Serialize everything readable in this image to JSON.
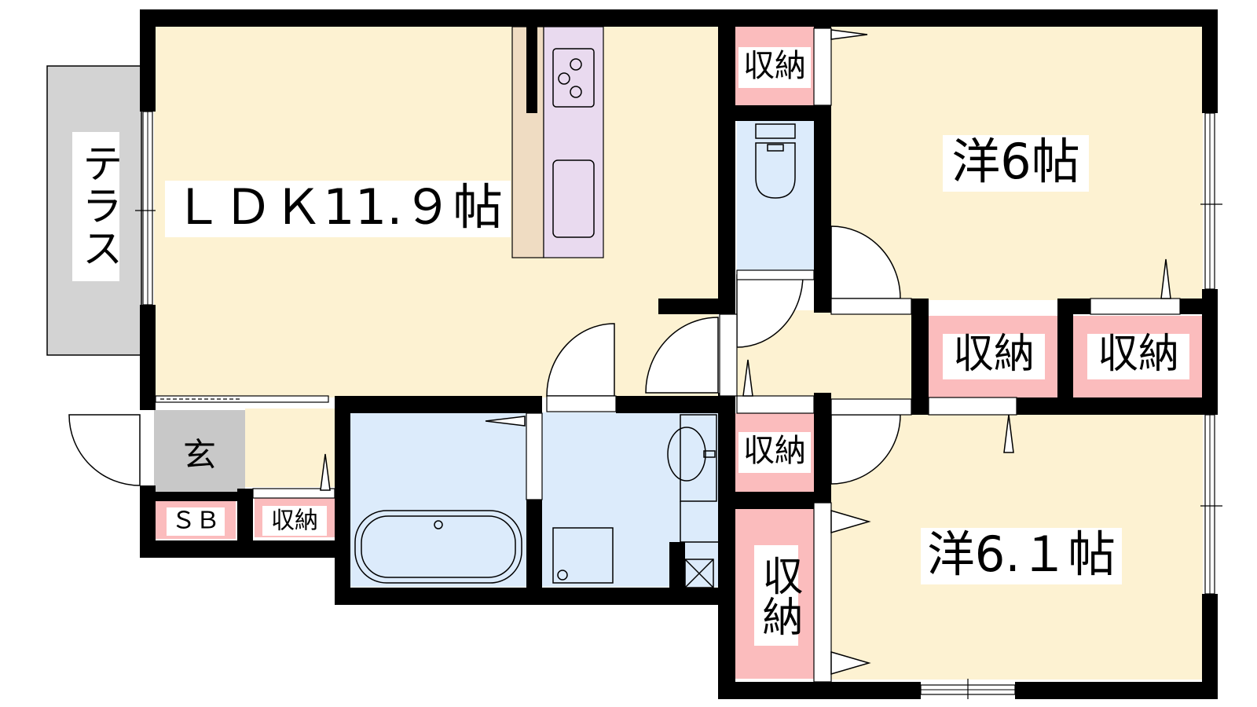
{
  "colors": {
    "room": "#fdf2d2",
    "storage": "#fbbcbd",
    "water": "#dcebfb",
    "terrace": "#d3d3d3",
    "entrance": "#c8c8c8",
    "kitchen": "#e9daef",
    "counter": "#efdcc2",
    "wall": "#000000"
  },
  "rooms": {
    "ldk": "ＬＤＫ11.９帖",
    "western1": "洋6帖",
    "western2": "洋6.１帖",
    "terrace": "テラス",
    "entrance": "玄",
    "shoe_box": "ＳＢ"
  },
  "storage_labels": {
    "top": "収納",
    "mid_left": "収納",
    "mid_right": "収納",
    "center": "収納",
    "small": "収納",
    "tall": "収納"
  },
  "icons": [
    "stove-icon",
    "sink-icon",
    "toilet-icon",
    "bathtub-icon",
    "washbasin-icon",
    "washing-machine-icon",
    "pipe-shaft-icon"
  ]
}
